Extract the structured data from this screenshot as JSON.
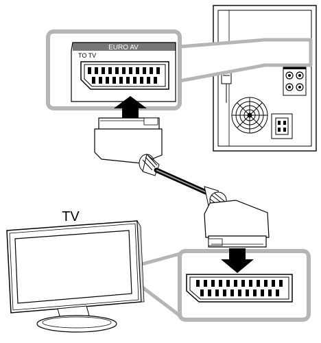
{
  "diagram": {
    "top_panel": {
      "header_label": "EURO AV",
      "sub_label": "TO TV"
    },
    "tv_label": "TV"
  },
  "colors": {
    "callout_gray": "#b5b5b5",
    "panel_fill": "#ffffff",
    "line": "#000000",
    "header_bar": "#777777",
    "header_text": "#ffffff"
  },
  "icons": [
    "scart-connector-icon",
    "arrow-up-icon",
    "arrow-down-icon",
    "scart-plug-icon",
    "tv-icon",
    "fan-vent-icon"
  ]
}
